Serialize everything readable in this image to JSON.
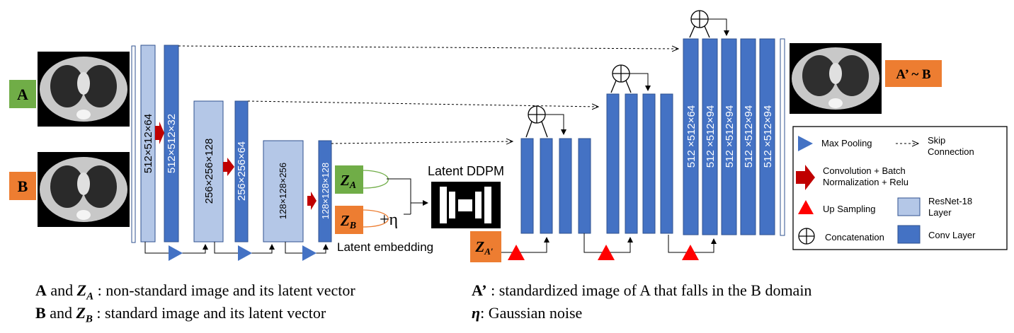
{
  "inputs": {
    "label_a": "A",
    "label_b": "B",
    "output_label": "A’ ~ B"
  },
  "encoder": {
    "block1_resnet": "512×512×64",
    "block1_conv": "512×512×32",
    "block2_resnet": "256×256×128",
    "block2_conv": "256×256×64",
    "block3_resnet": "128×128×256",
    "block3_conv": "128×128×128"
  },
  "latent": {
    "za": "Z",
    "za_sub": "A",
    "zb": "Z",
    "zb_sub": "B",
    "plus_eta": "+η",
    "ddpm_title": "Latent DDPM",
    "embedding_label": "Latent embedding",
    "za_prime": "Z",
    "za_prime_sub": "A′"
  },
  "decoder": {
    "final_resnet": "512 ×512×64",
    "final_convs": [
      "512 ×512×94",
      "512 ×512×94",
      "512 ×512×94",
      "512 ×512×94"
    ]
  },
  "legend": {
    "max_pooling": "Max Pooling",
    "skip_line1": "Skip",
    "skip_line2": "Connection",
    "conv_line1": "Convolution + Batch",
    "conv_line2": "Normalization + Relu",
    "upsampling": "Up Sampling",
    "resnet_line1": "ResNet-18",
    "resnet_line2": "Layer",
    "concat": "Concatenation",
    "conv_layer": "Conv Layer"
  },
  "captions": {
    "line1_prefix": "A",
    "line1_and": " and ",
    "line1_z": "Z",
    "line1_sub": "A",
    "line1_rest": " : non-standard image and its latent vector",
    "line2_prefix": "B",
    "line2_and": " and ",
    "line2_z": "Z",
    "line2_sub": "B",
    "line2_rest": " : standard image and its latent vector",
    "line3_sym": "A’",
    "line3_rest": " : standardized image of A that falls in the B domain",
    "line4_sym": "η",
    "line4_rest": ": Gaussian noise"
  },
  "colors": {
    "conv_blue": "#4472C4",
    "conv_border": "#2F528F",
    "resnet_fill": "#B4C7E7",
    "green_label": "#70AD47",
    "orange_label": "#ED7D31",
    "red_arrow": "#C00000",
    "up_red": "#FF0000"
  }
}
